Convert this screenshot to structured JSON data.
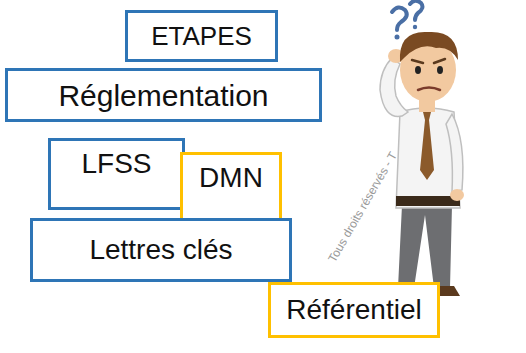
{
  "diagram": {
    "nodes": [
      {
        "text": [
          "ETAPES"
        ]
      },
      {
        "text": [
          "Réglementation"
        ]
      },
      {
        "text": [
          "LFSS"
        ]
      },
      {
        "text": [
          "DMN"
        ]
      },
      {
        "text": [
          "Lettres clés"
        ]
      },
      {
        "text": [
          "Référentiel"
        ]
      }
    ],
    "labels": [
      "Tous droits réservés - T"
    ]
  }
}
